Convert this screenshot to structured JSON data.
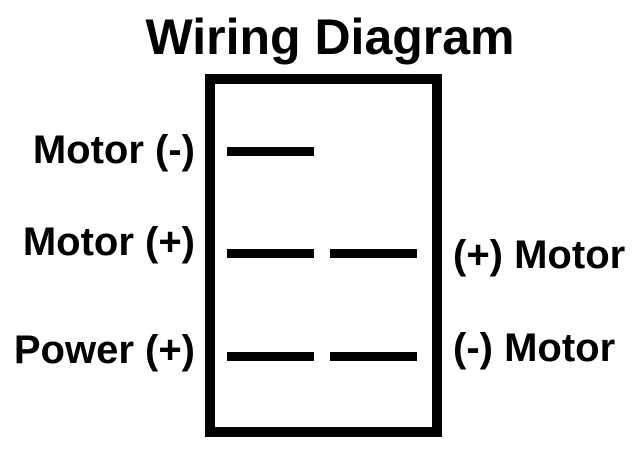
{
  "title": "Wiring Diagram",
  "colors": {
    "ink": "#000000",
    "background": "#ffffff"
  },
  "rows": [
    {
      "left_label": "Motor (-)",
      "right_label": "",
      "pins": {
        "left": true,
        "right": false
      }
    },
    {
      "left_label": "Motor (+)",
      "right_label": "(+) Motor",
      "pins": {
        "left": true,
        "right": true
      }
    },
    {
      "left_label": "Power (+)",
      "right_label": "(-) Motor",
      "pins": {
        "left": true,
        "right": true
      }
    }
  ]
}
